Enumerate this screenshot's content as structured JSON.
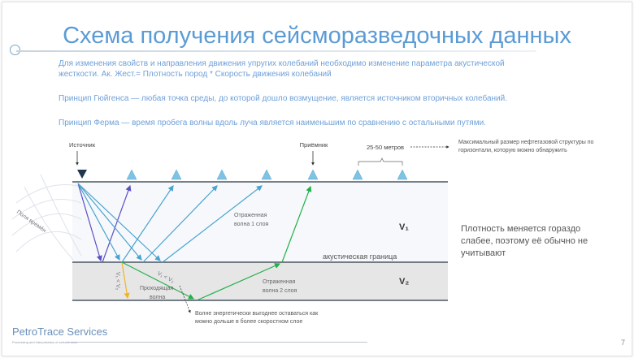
{
  "title": "Схема получения сейсморазведочных данных",
  "paragraphs": [
    "Для изменения свойств и направления движения упругих колебаний необходимо изменение параметра акустической жесткости. Ак. Жест.= Плотность пород * Скорость движения колебаний",
    "Принцип Гюйгенса — любая точка среды, до которой дошло возмущение, является источником вторичных колебаний.",
    "Принцип Ферма — время пробега волны вдоль луча является наименьшим по сравнению с остальными путями."
  ],
  "diagram": {
    "source": "Источник",
    "receiver": "Приёмник",
    "spacing": "25-50 метров",
    "spacing_note_1": "Максимальный размер нефтегазовой структуры по",
    "spacing_note_2": "горизонтали, которую можно обнаружить",
    "time_fields": "Поля времён",
    "reflected1_a": "Отраженная",
    "reflected1_b": "волна 1 слоя",
    "v1": "V₁",
    "v2": "V₂",
    "boundary": "акустическая граница",
    "v_rel_a": "V₁ < V₂",
    "v_rel_b": "V₁ < V₂",
    "transmitted_a": "Проходящая",
    "transmitted_b": "волна",
    "reflected2_a": "Отраженная",
    "reflected2_b": "волна 2 слоя",
    "note_1": "Волне энергетически выгоднее оставаться как",
    "note_2": "можно дольше в более скоростном слое"
  },
  "side_note": "Плотность меняется гораздо слабее, поэтому её обычно не учитывают",
  "footer": {
    "brand": "PetroTrace Services",
    "tagline": "Processing and interpretation of seismic data",
    "page": "7"
  }
}
